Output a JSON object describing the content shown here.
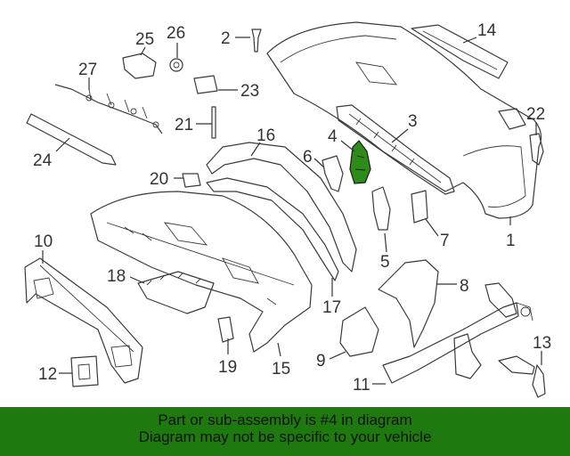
{
  "diagram": {
    "highlight_color": "#2e8b1a",
    "callouts": [
      "1",
      "2",
      "3",
      "4",
      "5",
      "6",
      "7",
      "8",
      "9",
      "10",
      "11",
      "12",
      "13",
      "14",
      "15",
      "16",
      "17",
      "18",
      "19",
      "20",
      "21",
      "22",
      "23",
      "24",
      "25",
      "26",
      "27"
    ]
  },
  "banner": {
    "background": "#1e7a0e",
    "line1": "Part or sub-assembly is #4 in diagram",
    "line2": "Diagram may not be specific to your vehicle"
  }
}
